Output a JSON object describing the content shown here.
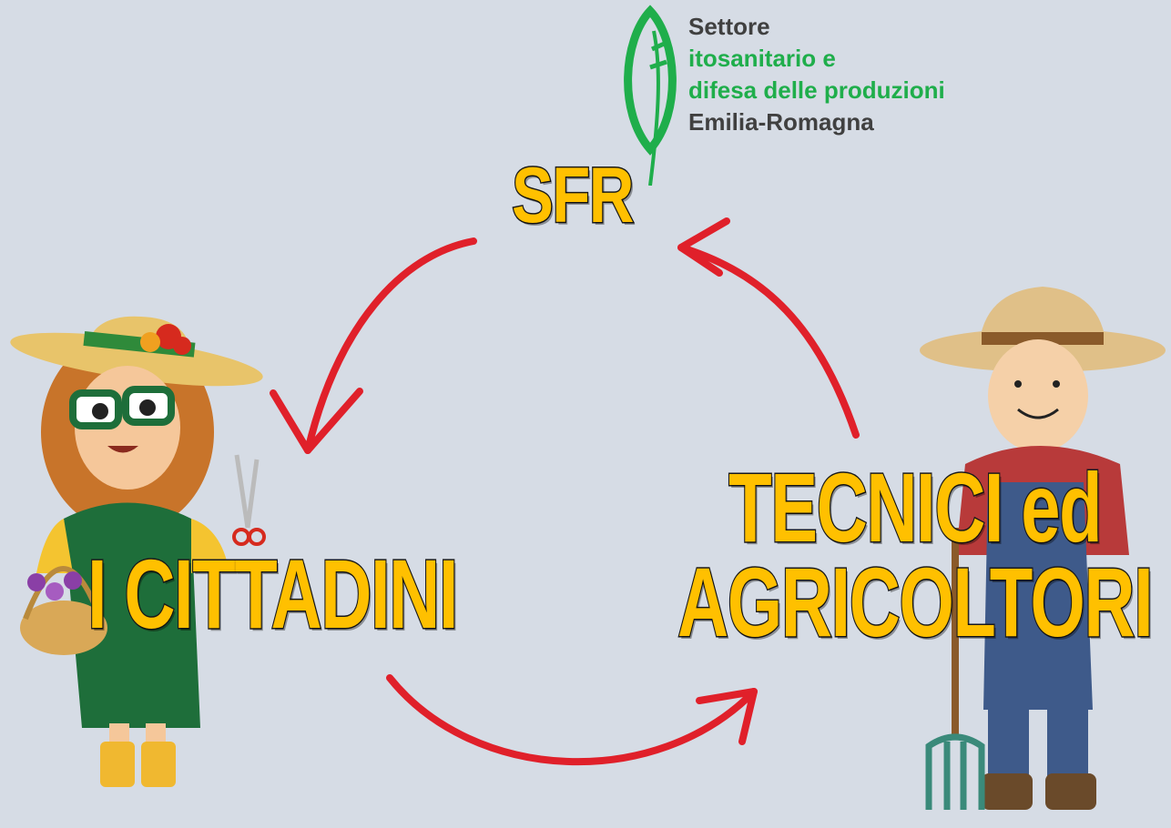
{
  "logo": {
    "line1": "Settore",
    "line2": "itosanitario e",
    "line3": "difesa delle produzioni",
    "line4": "Emilia-Romagna"
  },
  "nodes": {
    "sfr": "SFR",
    "cittadini": "I CITTADINI",
    "tecnici_line1": "TECNICI ed",
    "tecnici_line2": "AGRICOLTORI"
  },
  "colors": {
    "background": "#d6dce5",
    "label_fill": "#ffc000",
    "label_stroke": "#1a1a1a",
    "arrow": "#e0202a",
    "logo_green": "#1fae4b",
    "logo_dark": "#404040"
  },
  "arrows": [
    {
      "from": "SFR",
      "to": "I CITTADINI"
    },
    {
      "from": "I CITTADINI",
      "to": "TECNICI ed AGRICOLTORI"
    },
    {
      "from": "TECNICI ed AGRICOLTORI",
      "to": "SFR"
    }
  ]
}
